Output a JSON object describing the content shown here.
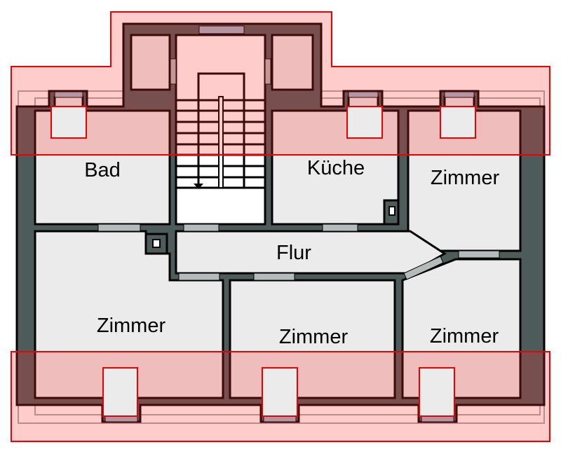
{
  "title": "Grundriss",
  "rooms": {
    "bad": "Bad",
    "kueche": "Küche",
    "zimmer_top_right": "Zimmer",
    "flur": "Flur",
    "zimmer_left": "Zimmer",
    "zimmer_middle": "Zimmer",
    "zimmer_right": "Zimmer"
  },
  "colors": {
    "wall": "#4e5b5b",
    "floor": "#ebebeb",
    "highlight": "#ff2828",
    "door": "#b3bbbb"
  }
}
